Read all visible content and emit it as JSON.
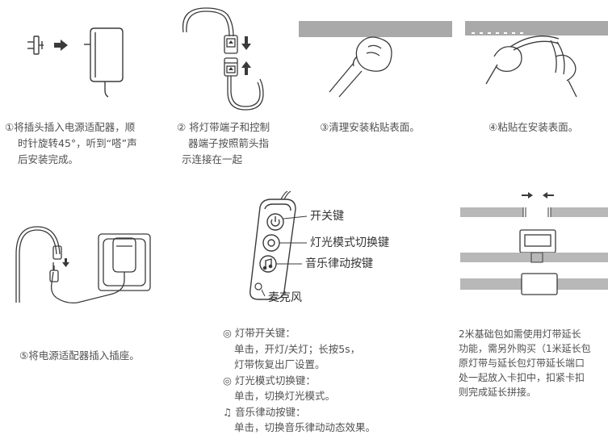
{
  "steps": [
    {
      "lines": [
        "①将插头插入电源适配器，顺",
        "时针旋转45°，听到“嗒”声",
        "后安装完成。"
      ]
    },
    {
      "lines": [
        "② 将灯带端子和控制",
        "器端子按照箭头指",
        "示连接在一起"
      ]
    },
    {
      "lines": [
        "③清理安装粘贴表面。"
      ]
    },
    {
      "lines": [
        "④粘贴在安装表面。"
      ]
    },
    {
      "lines": [
        "⑤将电源适配器插入插座。"
      ]
    }
  ],
  "controller": {
    "labels": {
      "power": "开关键",
      "mode": "灯光模式切换键",
      "music": "音乐律动按键",
      "mic": "麦克风"
    },
    "legend": [
      "◎ 灯带开关键：",
      "单击，开灯/关灯；长按5s，",
      "灯带恢复出厂设置。",
      "◎ 灯光模式切换键：",
      "单击，切换灯光模式。",
      "♫ 音乐律动按键：",
      "单击，切换音乐律动动态效果。"
    ]
  },
  "extension": {
    "lines": [
      "2米基础包如需使用灯带延长",
      "功能，需另外购买（1米延长包",
      "原灯带与延长包灯带延长端口",
      "处一起放入卡扣中，扣紧卡扣",
      "则完成延长拼接。"
    ]
  },
  "colors": {
    "line": "#3a3a3a",
    "text": "#505050",
    "strip": "#b8b8b8",
    "surface": "#a9a9a9"
  }
}
